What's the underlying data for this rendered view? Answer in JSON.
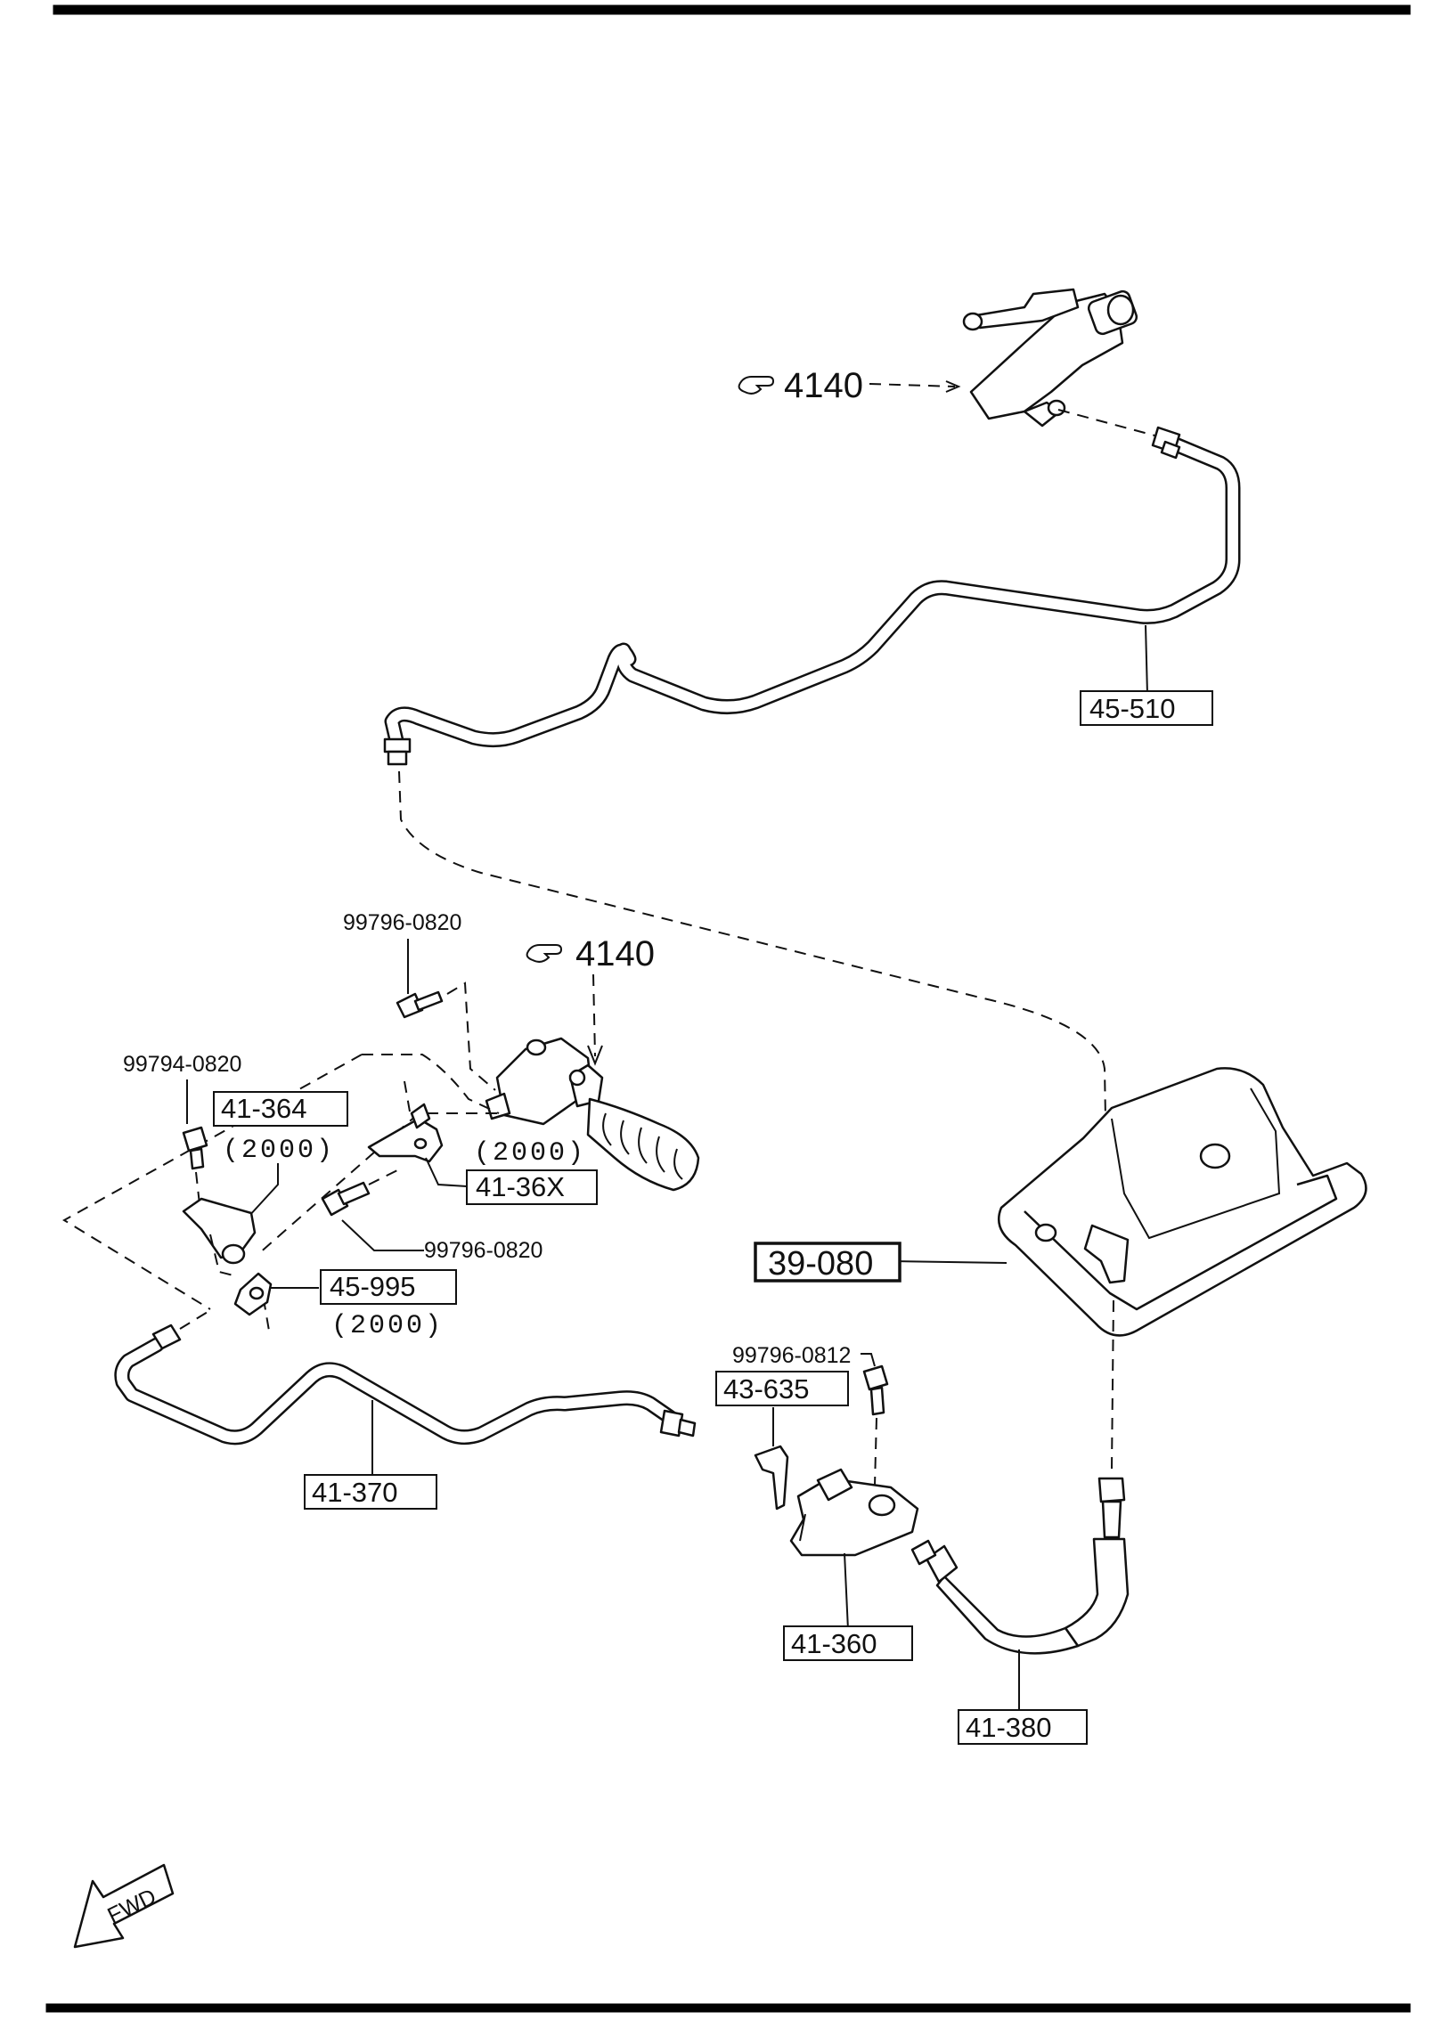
{
  "reference_pointers": [
    {
      "id": "upper",
      "text": "4140"
    },
    {
      "id": "lower",
      "text": "4140"
    }
  ],
  "callouts": {
    "c_45_510": "45-510",
    "c_39_080": "39-080",
    "c_41_364": "41-364",
    "c_41_36x": "41-36X",
    "c_45_995": "45-995",
    "c_41_370": "41-370",
    "c_43_635": "43-635",
    "c_41_360": "41-360",
    "c_41_380": "41-380"
  },
  "fasteners": {
    "f_99796_0820_top": "99796-0820",
    "f_99794_0820": "99794-0820",
    "f_99796_0820_mid": "99796-0820",
    "f_99796_0812": "99796-0812"
  },
  "notes": {
    "n_41_364": "(2000)",
    "n_41_36x": "(2000)",
    "n_45_995": "(2000)"
  },
  "fwd_marker": {
    "text": "FWD"
  }
}
